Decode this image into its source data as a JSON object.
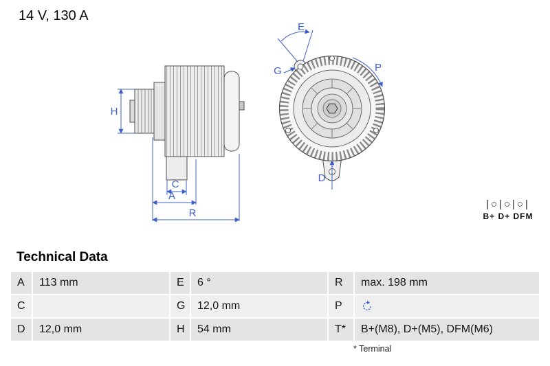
{
  "header": {
    "spec": "14 V, 130 A"
  },
  "terminals": {
    "symbol": "|○|○|○|",
    "label": "B+ D+ DFM"
  },
  "drawing": {
    "labels": {
      "H": "H",
      "C": "C",
      "A": "A",
      "R": "R",
      "E": "E",
      "G": "G",
      "P": "P",
      "D": "D"
    },
    "dimension_color": "#3d5fc9",
    "outline_color": "#4d4d4d"
  },
  "section": {
    "title": "Technical Data"
  },
  "table": {
    "rows": [
      {
        "cells": [
          {
            "label": "A",
            "value": "113 mm"
          },
          {
            "label": "E",
            "value": "6 °"
          },
          {
            "label": "R",
            "value": "max. 198 mm"
          }
        ]
      },
      {
        "cells": [
          {
            "label": "C",
            "value": ""
          },
          {
            "label": "G",
            "value": "12,0 mm"
          },
          {
            "label": "P",
            "value": "",
            "icon": "rotation-clockwise"
          }
        ]
      },
      {
        "cells": [
          {
            "label": "D",
            "value": "12,0 mm"
          },
          {
            "label": "H",
            "value": "54 mm"
          },
          {
            "label": "T*",
            "value": "B+(M8), D+(M5), DFM(M6)"
          }
        ]
      }
    ],
    "footnote": "* Terminal"
  }
}
